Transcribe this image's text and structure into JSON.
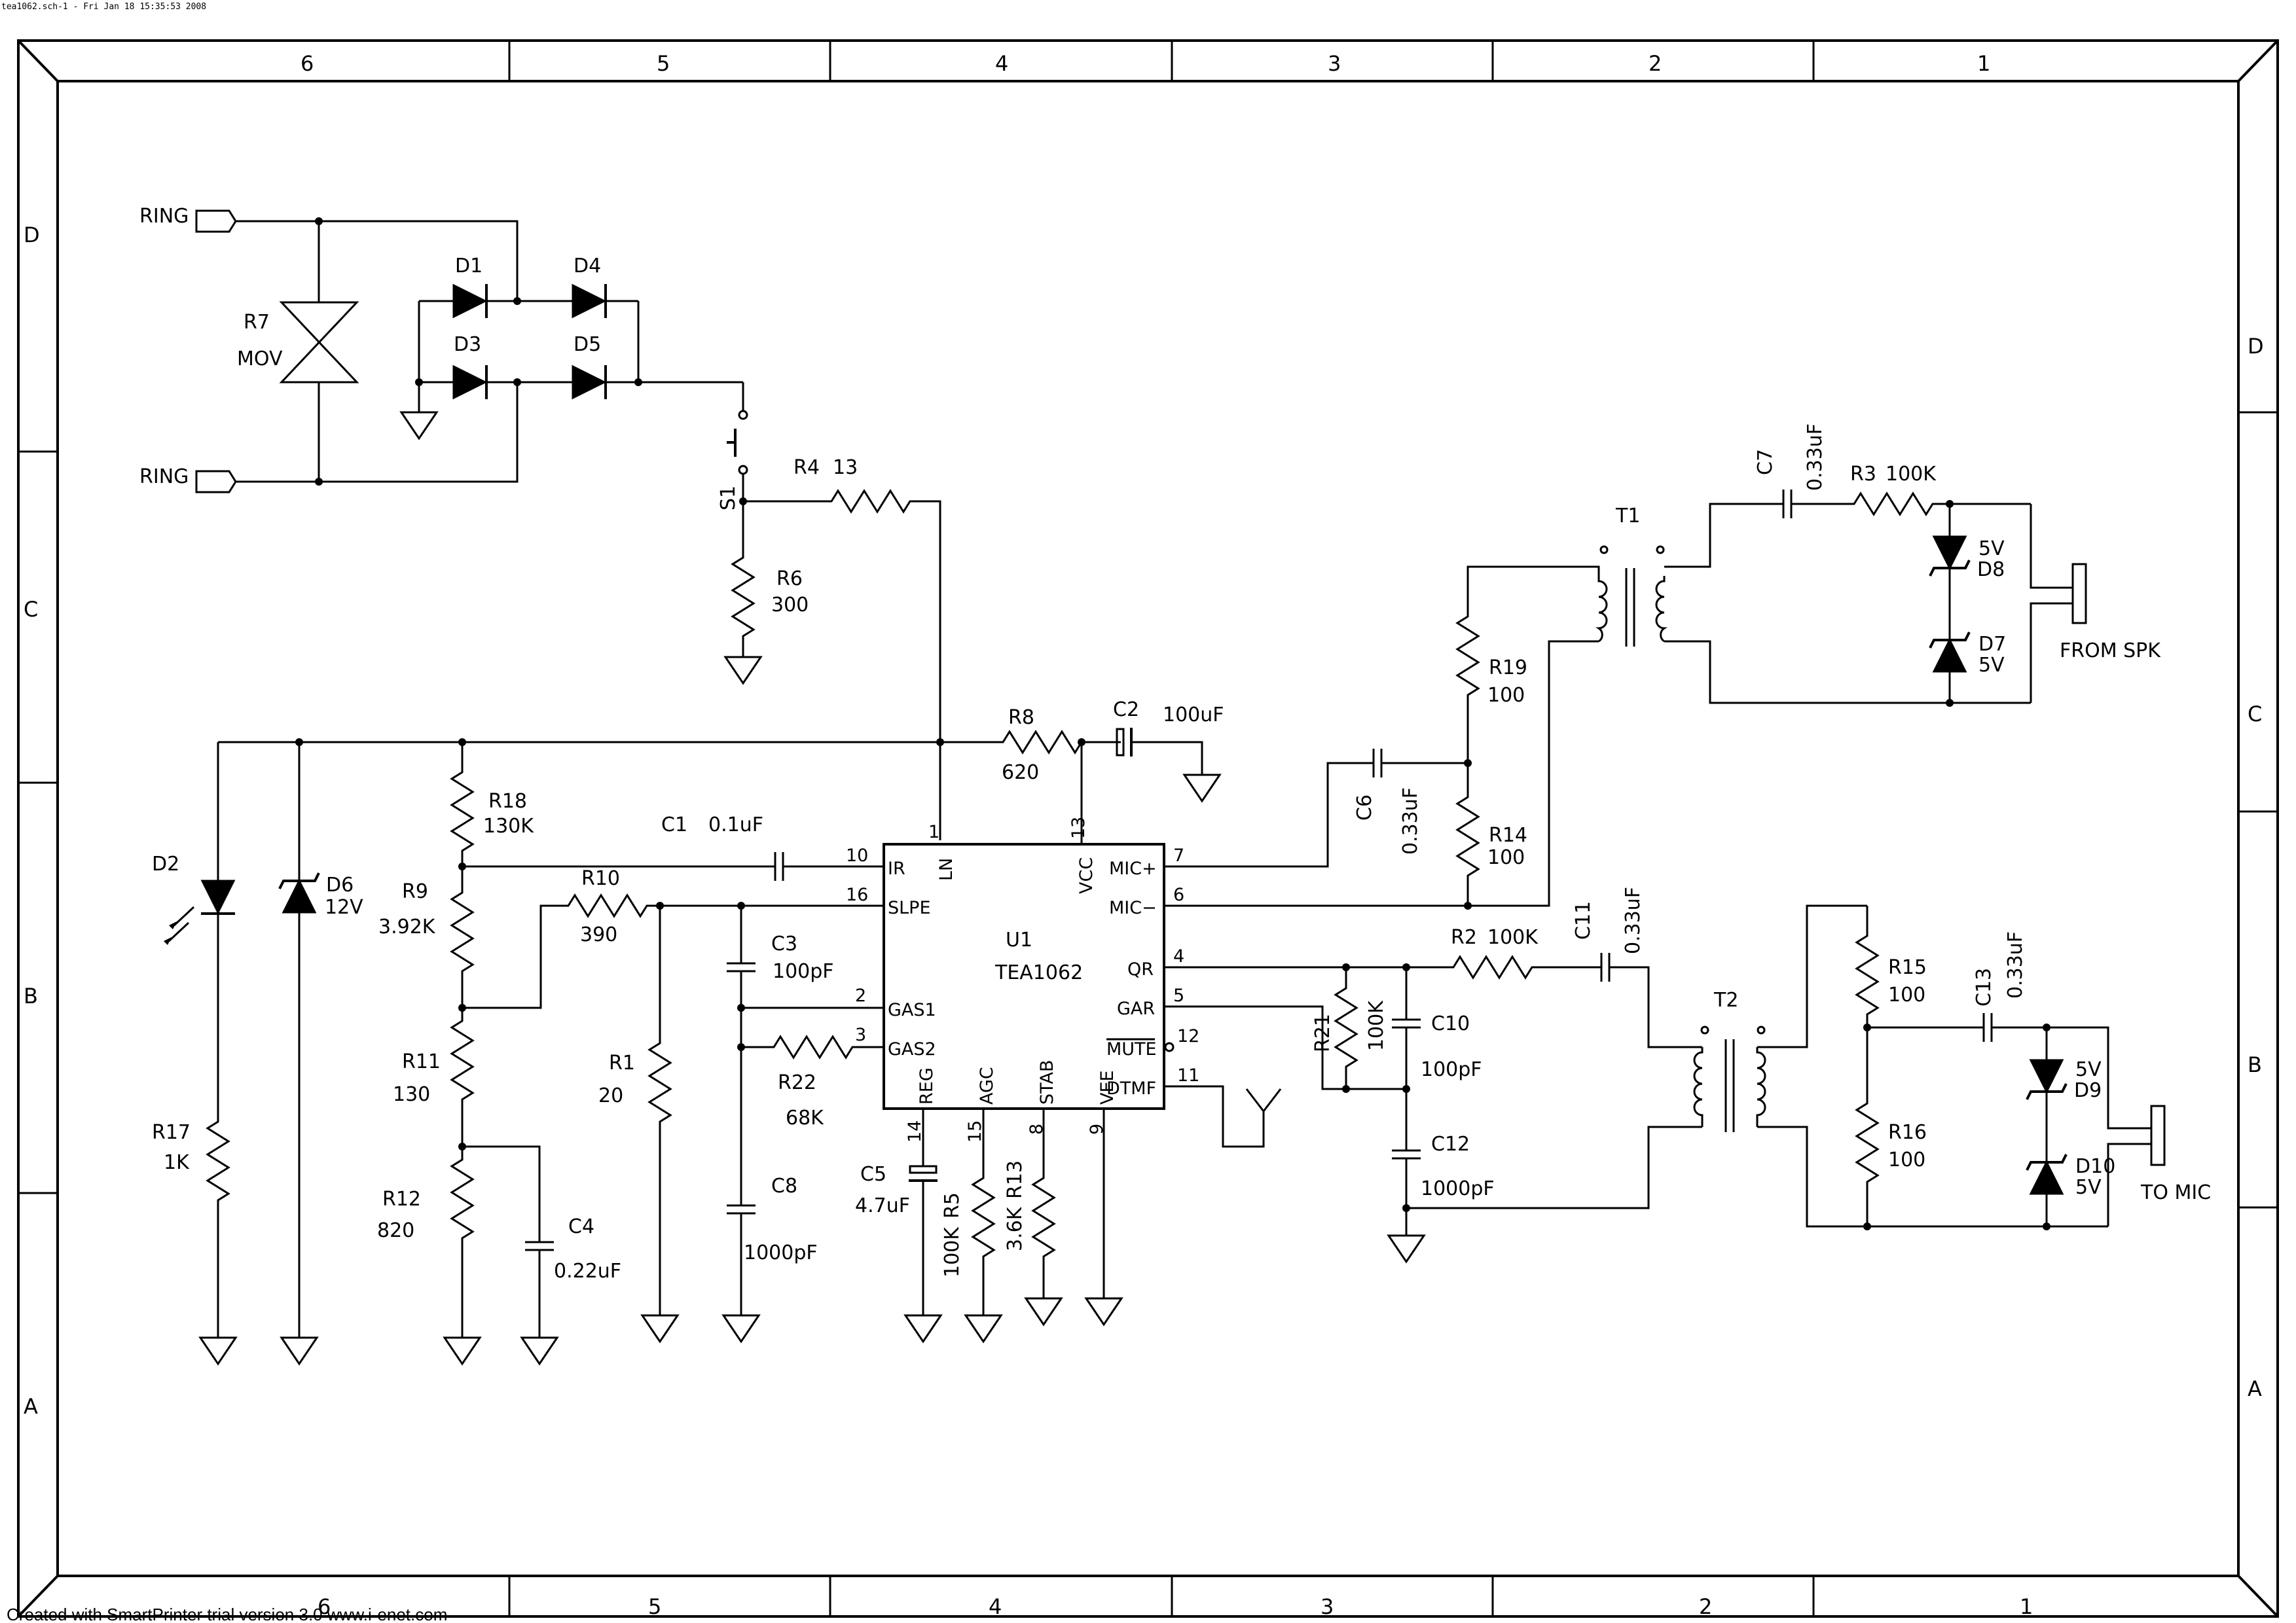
{
  "header": {
    "title": "tea1062.sch-1 - Fri Jan 18 15:35:53 2008"
  },
  "footer": {
    "text": "Created with SmartPrinter trial version 3.0  www.i-enet.com"
  },
  "frame": {
    "top_cols": [
      "6",
      "5",
      "4",
      "3",
      "2",
      "1"
    ],
    "bottom_cols": [
      "6",
      "5",
      "4",
      "3",
      "2",
      "1"
    ],
    "left_rows": [
      "D",
      "C",
      "B",
      "A"
    ],
    "right_rows": [
      "D",
      "C",
      "B",
      "A"
    ]
  },
  "ports": {
    "ring1": "RING",
    "ring2": "RING",
    "from_spk": "FROM SPK",
    "to_mic": "TO MIC"
  },
  "components": {
    "R7": {
      "ref": "R7",
      "val": "MOV"
    },
    "D1": {
      "ref": "D1"
    },
    "D3": {
      "ref": "D3"
    },
    "D4": {
      "ref": "D4"
    },
    "D5": {
      "ref": "D5"
    },
    "S1": {
      "ref": "S1"
    },
    "R4": {
      "ref": "R4",
      "val": "13"
    },
    "R6": {
      "ref": "R6",
      "val": "300"
    },
    "R8": {
      "ref": "R8",
      "val": "620"
    },
    "C2": {
      "ref": "C2",
      "val": "100uF"
    },
    "T1": {
      "ref": "T1"
    },
    "C7": {
      "ref": "C7",
      "val": "0.33uF"
    },
    "R3": {
      "ref": "R3",
      "val": "100K"
    },
    "D8": {
      "ref": "D8",
      "val": "5V"
    },
    "D7": {
      "ref": "D7",
      "val": "5V"
    },
    "R19": {
      "ref": "R19",
      "val": "100"
    },
    "R14": {
      "ref": "R14",
      "val": "100"
    },
    "C6": {
      "ref": "C6",
      "val": "0.33uF"
    },
    "R18": {
      "ref": "R18",
      "val": "130K"
    },
    "C1": {
      "ref": "C1",
      "val": "0.1uF"
    },
    "D2": {
      "ref": "D2"
    },
    "D6": {
      "ref": "D6",
      "val": "12V"
    },
    "R9": {
      "ref": "R9",
      "val": "3.92K"
    },
    "R10": {
      "ref": "R10",
      "val": "390"
    },
    "C3": {
      "ref": "C3",
      "val": "100pF"
    },
    "R1": {
      "ref": "R1",
      "val": "20"
    },
    "R11": {
      "ref": "R11",
      "val": "130"
    },
    "R22": {
      "ref": "R22",
      "val": "68K"
    },
    "R17": {
      "ref": "R17",
      "val": "1K"
    },
    "R12": {
      "ref": "R12",
      "val": "820"
    },
    "C4": {
      "ref": "C4",
      "val": "0.22uF"
    },
    "C8": {
      "ref": "C8",
      "val": "1000pF"
    },
    "C5": {
      "ref": "C5",
      "val": "4.7uF"
    },
    "R5": {
      "ref": "R5",
      "val": "100K"
    },
    "R13": {
      "ref": "R13",
      "val": "3.6K"
    },
    "U1": {
      "ref": "U1",
      "val": "TEA1062"
    },
    "R2": {
      "ref": "R2",
      "val": "100K"
    },
    "C11": {
      "ref": "C11",
      "val": "0.33uF"
    },
    "R21": {
      "ref": "R21",
      "val": "100K"
    },
    "C10": {
      "ref": "C10",
      "val": "100pF"
    },
    "C12": {
      "ref": "C12",
      "val": "1000pF"
    },
    "T2": {
      "ref": "T2"
    },
    "R15": {
      "ref": "R15",
      "val": "100"
    },
    "R16": {
      "ref": "R16",
      "val": "100"
    },
    "C13": {
      "ref": "C13",
      "val": "0.33uF"
    },
    "D9": {
      "ref": "D9",
      "val": "5V"
    },
    "D10": {
      "ref": "D10",
      "val": "5V"
    }
  },
  "u1_pins": {
    "ir": "IR",
    "ln": "LN",
    "vcc": "VCC",
    "mic_p": "MIC+",
    "mic_n": "MIC−",
    "slpe": "SLPE",
    "gas1": "GAS1",
    "gas2": "GAS2",
    "qr": "QR",
    "gar": "GAR",
    "mute": "MUTE",
    "dtmf": "DTMF",
    "reg": "REG",
    "agc": "AGC",
    "stab": "STAB",
    "vee": "VEE",
    "n1": "1",
    "n13": "13",
    "n10": "10",
    "n16": "16",
    "n2": "2",
    "n3": "3",
    "n7": "7",
    "n6": "6",
    "n4": "4",
    "n5": "5",
    "n12": "12",
    "n11": "11",
    "n14": "14",
    "n15": "15",
    "n8": "8",
    "n9": "9"
  }
}
